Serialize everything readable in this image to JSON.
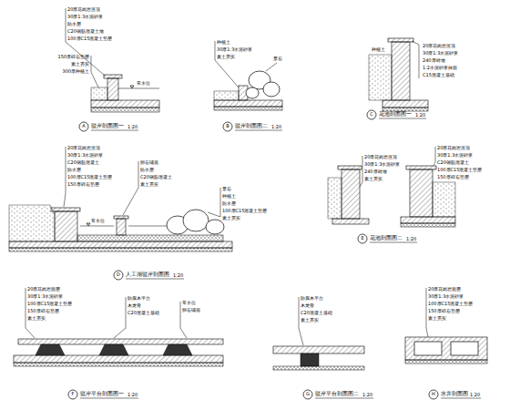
{
  "diagram": {
    "labels": [
      "20厚花岗岩压顶",
      "30厚1:3水泥砂浆",
      "防水层",
      "C20钢筋混凝土墙",
      "100厚C15混凝土垫层",
      "150厚碎石垫层",
      "素土夯实",
      "300厚种植土",
      "常水位",
      "A",
      "驳岸剖面图一",
      "1:20",
      "种植土",
      "30厚1:3水泥砂浆",
      "素土夯实",
      "景石",
      "B",
      "驳岸剖面图二",
      "1:20",
      "20厚花岗岩压顶",
      "30厚1:3水泥砂浆",
      "240厚砖墙",
      "1:2水泥砂浆抹面",
      "C15混凝土基础",
      "种植土",
      "C",
      "花池剖面图一",
      "1:20",
      "20厚花岗岩压顶",
      "30厚1:3水泥砂浆",
      "C20钢筋混凝土",
      "防水层",
      "100厚C15混凝土垫层",
      "150厚碎石垫层",
      "卵石铺底",
      "防水层",
      "C20钢筋混凝土",
      "素土夯实",
      "景石",
      "种植土",
      "防水层",
      "100厚C15混凝土垫层",
      "素土夯实",
      "常水位",
      "D",
      "人工湖驳岸剖面图",
      "1:20",
      "20厚花岗岩压顶",
      "30厚1:3水泥砂浆",
      "240厚砖墙",
      "素土夯实",
      "20厚花岗岩压顶",
      "30厚1:3水泥砂浆",
      "C20钢筋混凝土",
      "100厚C15混凝土垫层",
      "150厚碎石垫层",
      "E",
      "花池剖面图二",
      "1:20",
      "20厚花岗岩面层",
      "30厚1:3水泥砂浆",
      "100厚C15混凝土垫层",
      "150厚碎石垫层",
      "素土夯实",
      "防腐木平台",
      "木龙骨",
      "C20混凝土基础",
      "常水位",
      "卵石铺底",
      "F",
      "驳岸平台剖面图一",
      "1:20",
      "防腐木平台",
      "木龙骨",
      "C20混凝土基础",
      "素土夯实",
      "G",
      "驳岸平台剖面图二",
      "1:20",
      "20厚花岗岩面层",
      "30厚1:3水泥砂浆",
      "100厚C15混凝土垫层",
      "150厚碎石垫层",
      "素土夯实",
      "H",
      "水井剖面图",
      "1:20"
    ]
  }
}
